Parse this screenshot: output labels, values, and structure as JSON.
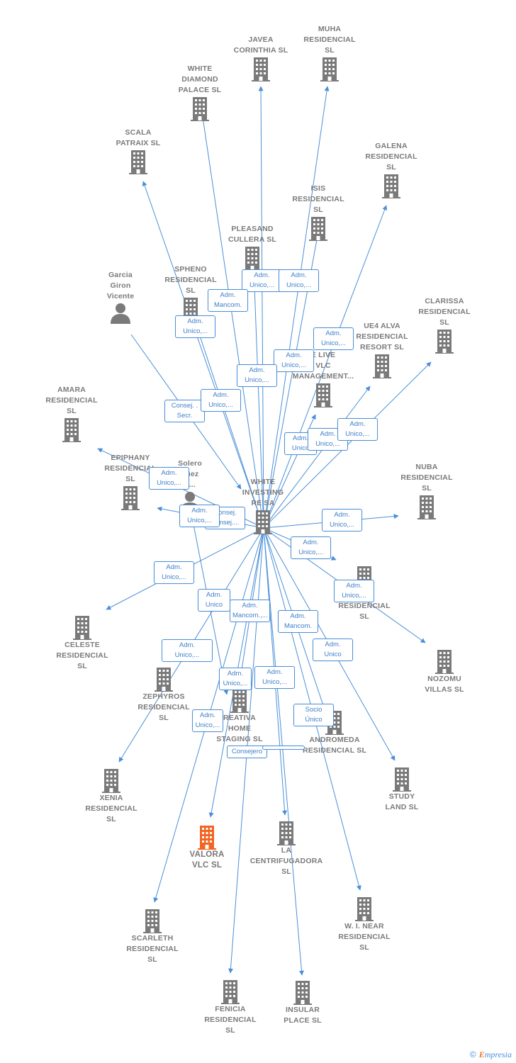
{
  "colors": {
    "edge": "#4a8fd8",
    "node": "#7a7a7a",
    "focus": "#f26522",
    "label": "#3f7fc8"
  },
  "footer": {
    "copyright": "©",
    "brand_initial": "E",
    "brand_rest": "mpresia"
  },
  "nodes": [
    {
      "id": "white-investing",
      "label": "WHITE\nINVESTING\nRE SA",
      "kind": "company"
    },
    {
      "id": "javea",
      "label": "JAVEA\nCORINTHIA  SL",
      "kind": "company"
    },
    {
      "id": "muha",
      "label": "MUHA\nRESIDENCIAL\nSL",
      "kind": "company"
    },
    {
      "id": "white-diamond",
      "label": "WHITE\nDIAMOND\nPALACE  SL",
      "kind": "company"
    },
    {
      "id": "scala",
      "label": "SCALA\nPATRAIX  SL",
      "kind": "company"
    },
    {
      "id": "galena",
      "label": "GALENA\nRESIDENCIAL\nSL",
      "kind": "company"
    },
    {
      "id": "isis",
      "label": "ISIS\nRESIDENCIAL\nSL",
      "kind": "company"
    },
    {
      "id": "pleasand",
      "label": "PLEASAND\nCULLERA  SL",
      "kind": "company"
    },
    {
      "id": "spheno",
      "label": "SPHENO\nRESIDENCIAL\nSL",
      "kind": "company"
    },
    {
      "id": "garcia",
      "label": "Garcia\nGiron\nVicente",
      "kind": "person"
    },
    {
      "id": "clarissa",
      "label": "CLARISSA\nRESIDENCIAL\nSL",
      "kind": "company"
    },
    {
      "id": "ue4",
      "label": "UE4 ALVA\nRESIDENCIAL\nRESORT  SL",
      "kind": "company"
    },
    {
      "id": "live-vlc",
      "label": "E LIVE\nVLC\nMANAGEMENT...",
      "kind": "company"
    },
    {
      "id": "amara",
      "label": "AMARA\nRESIDENCIAL\nSL",
      "kind": "company"
    },
    {
      "id": "epiphany",
      "label": "EPIPHANY\nRESIDENCIAL\nSL",
      "kind": "company"
    },
    {
      "id": "solero",
      "label": "Solero\nquez\no...",
      "kind": "person"
    },
    {
      "id": "nuba",
      "label": "NUBA\nRESIDENCIAL\nSL",
      "kind": "company"
    },
    {
      "id": "gia",
      "label": "GIA\nRESIDENCIAL\nSL",
      "kind": "company"
    },
    {
      "id": "nozomu",
      "label": "NOZOMU\nVILLAS  SL",
      "kind": "company"
    },
    {
      "id": "celeste",
      "label": "CELESTE\nRESIDENCIAL\nSL",
      "kind": "company"
    },
    {
      "id": "zephyros",
      "label": "ZEPHYROS\nRESIDENCIAL\nSL",
      "kind": "company"
    },
    {
      "id": "creativa",
      "label": "REATIVA\nHOME\nSTAGING  SL",
      "kind": "company"
    },
    {
      "id": "andromeda",
      "label": "ANDROMEDA\nRESIDENCIAL SL",
      "kind": "company"
    },
    {
      "id": "study",
      "label": "STUDY\nLAND  SL",
      "kind": "company"
    },
    {
      "id": "xenia",
      "label": "XENIA\nRESIDENCIAL\nSL",
      "kind": "company"
    },
    {
      "id": "valora",
      "label": "VALORA\nVLC  SL",
      "kind": "focus"
    },
    {
      "id": "centrifugadora",
      "label": "LA\nCENTRIFUGADORA\nSL",
      "kind": "company"
    },
    {
      "id": "wi-near",
      "label": "W.  I. NEAR\nRESIDENCIAL\nSL",
      "kind": "company"
    },
    {
      "id": "scarleth",
      "label": "SCARLETH\nRESIDENCIAL\nSL",
      "kind": "company"
    },
    {
      "id": "fenicia",
      "label": "FENICIA\nRESIDENCIAL\nSL",
      "kind": "company"
    },
    {
      "id": "insular",
      "label": "INSULAR\nPLACE  SL",
      "kind": "company"
    }
  ],
  "relations": [
    "Adm.\nUnico,...",
    "Adm.\nUnico,...",
    "Adm.\nMancom.",
    "Adm.\nUnico,...",
    "Adm.\nUnico,...",
    "Adm.\nUnico,...",
    "Adm.\nUnico,...",
    "Consej. .\nSecr.",
    "Adm.\nUnico,...",
    "Adm.\nUnico",
    "Adm.\nUnico,...",
    "Adm.\nUnico,...",
    "Adm.\nUnico,...",
    "Consej.\nConsej....",
    "Adm.\nUnico,...",
    "Adm.\nUnico,...",
    "Adm.\nUnico,...",
    "Adm.\nUnico,...",
    "Adm.\nUnico",
    "Adm.\nUnico,...",
    "Adm.\nMancom.",
    "Adm.\nMancom.,...",
    "Adm.\nUnico,...",
    "Adm.\nUnico",
    "Adm.\nUnico,...",
    "Adm.\nUnico,...",
    "Socio\nÚnico",
    "Adm.\nUnico,...",
    "Consejero"
  ]
}
